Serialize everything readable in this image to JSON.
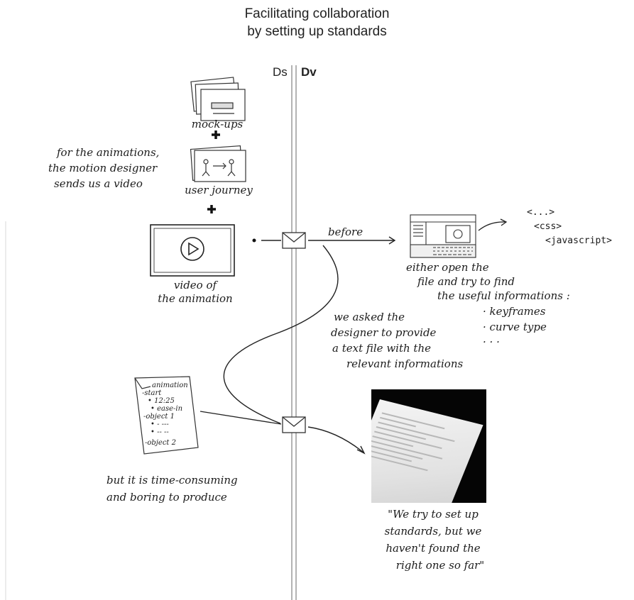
{
  "title": {
    "line1": "Facilitating collaboration",
    "line2": "by setting up standards"
  },
  "lanes": {
    "designer": "Ds",
    "developer": "Dv"
  },
  "inputs": {
    "mockups": "mock-ups",
    "user_journey": "user journey",
    "video": [
      "video of",
      "the animation"
    ],
    "plus": "+"
  },
  "notes": {
    "motion_designer": [
      "for the animations,",
      "the motion designer",
      "sends us a video"
    ],
    "before_label": "before",
    "either_open": [
      "either open the",
      "file and try to find",
      "the useful informations :"
    ],
    "either_open_items": [
      "· keyframes",
      "· curve type",
      "· · ·"
    ],
    "code_tags": [
      "<...>",
      "<css>",
      "<javascript>"
    ],
    "asked_designer": [
      "we asked the",
      "designer to provide",
      "a text file with the",
      "relevant informations"
    ],
    "time_consuming": [
      "but it is time-consuming",
      "and boring to produce"
    ],
    "quote": [
      "\"We try to set up",
      "standards, but we",
      "haven't found the",
      "right one so far\""
    ]
  },
  "text_file_sketch": {
    "lines": [
      "animation",
      "-start",
      "• 12:25",
      "• ease-in",
      "-object 1",
      "• - ---",
      "• -- --",
      "-object 2"
    ]
  },
  "colors": {
    "ink": "#1c1c1c",
    "lane_line": "#9a9a9a",
    "photo_bg": "#050505"
  }
}
